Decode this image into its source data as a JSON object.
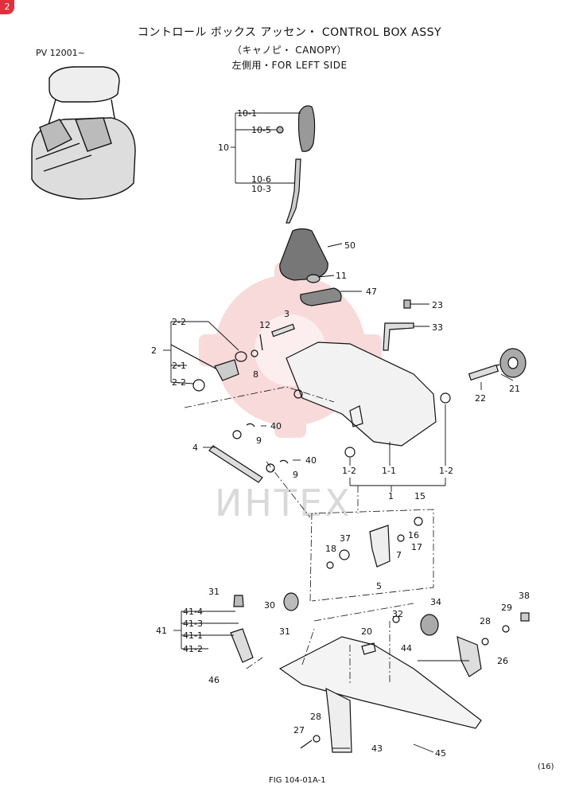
{
  "badge": "2",
  "header": {
    "title": "コントロール ボックス アッセン・ CONTROL BOX ASSY",
    "subtitle": "（キャノピ・ CANOPY）",
    "side": "左側用・FOR LEFT SIDE"
  },
  "serial": "PV 12001~",
  "watermark": "ИНТЕХ",
  "figure": "FIG 104-01A-1",
  "page_number": "(16)",
  "parts": {
    "p10_1": "10-1",
    "p10_5": "10-5",
    "p10": "10",
    "p10_6": "10-6",
    "p10_3": "10-3",
    "p50": "50",
    "p11": "11",
    "p47": "47",
    "p23": "23",
    "p33": "33",
    "p3": "3",
    "p12": "12",
    "p2_2a": "2-2",
    "p2": "2",
    "p2_1": "2-1",
    "p2_2b": "2-2",
    "p8": "8",
    "p21": "21",
    "p22": "22",
    "p40a": "40",
    "p9a": "9",
    "p4": "4",
    "p40b": "40",
    "p9b": "9",
    "p1_2a": "1-2",
    "p1_1": "1-1",
    "p1_2b": "1-2",
    "p1": "1",
    "p15": "15",
    "p37": "37",
    "p16": "16",
    "p18": "18",
    "p17": "17",
    "p7": "7",
    "p5": "5",
    "p31a": "31",
    "p30": "30",
    "p34": "34",
    "p38": "38",
    "p29": "29",
    "p32": "32",
    "p28a": "28",
    "p41_4": "41-4",
    "p41_3": "41-3",
    "p41": "41",
    "p41_1": "41-1",
    "p41_2": "41-2",
    "p31b": "31",
    "p20": "20",
    "p44": "44",
    "p26": "26",
    "p46": "46",
    "p28b": "28",
    "p27": "27",
    "p43": "43",
    "p45": "45"
  }
}
